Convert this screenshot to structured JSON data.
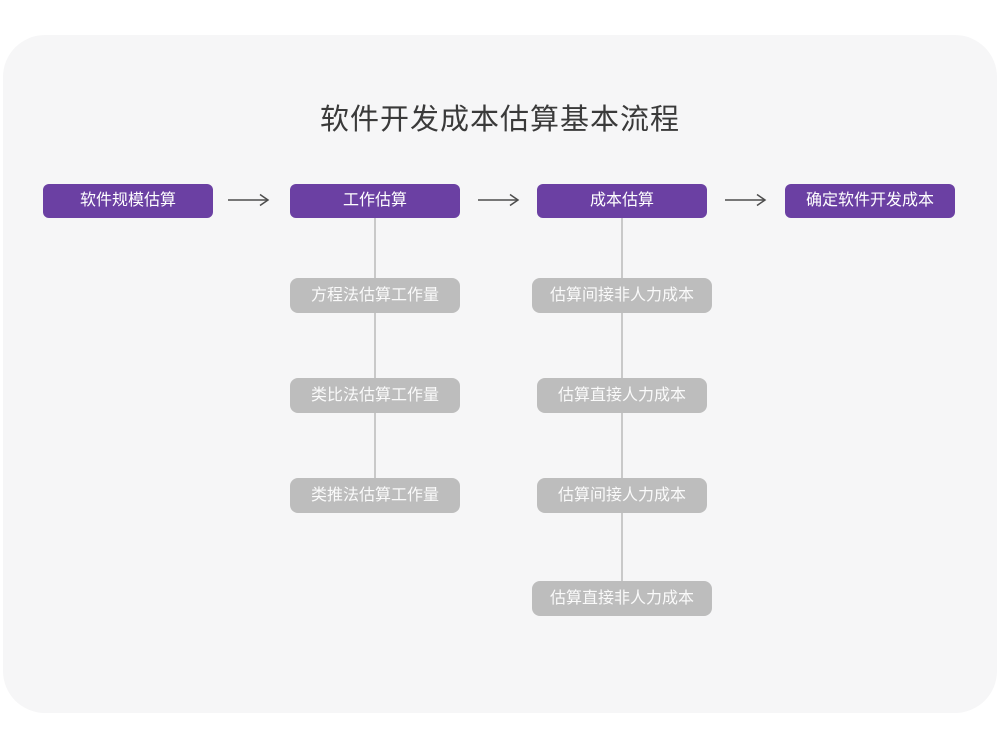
{
  "title": "软件开发成本估算基本流程",
  "flow": {
    "main_steps": [
      "软件规模估算",
      "工作估算",
      "成本估算",
      "确定软件开发成本"
    ],
    "work_estimation_methods": [
      "方程法估算工作量",
      "类比法估算工作量",
      "类推法估算工作量"
    ],
    "cost_estimation_steps": [
      "估算间接非人力成本",
      "估算直接人力成本",
      "估算间接人力成本",
      "估算直接非人力成本"
    ]
  },
  "colors": {
    "step_box": "#6B40A3",
    "step_text": "#FFFFFF",
    "sub_box": "#BDBDBD",
    "sub_text": "#F2F2F2",
    "card_background": "#F6F6F7",
    "page_background": "#FFFFFF",
    "connector_line": "#C9C9C9",
    "arrow": "#4D4D4D",
    "title_text": "#3A3A3A"
  }
}
